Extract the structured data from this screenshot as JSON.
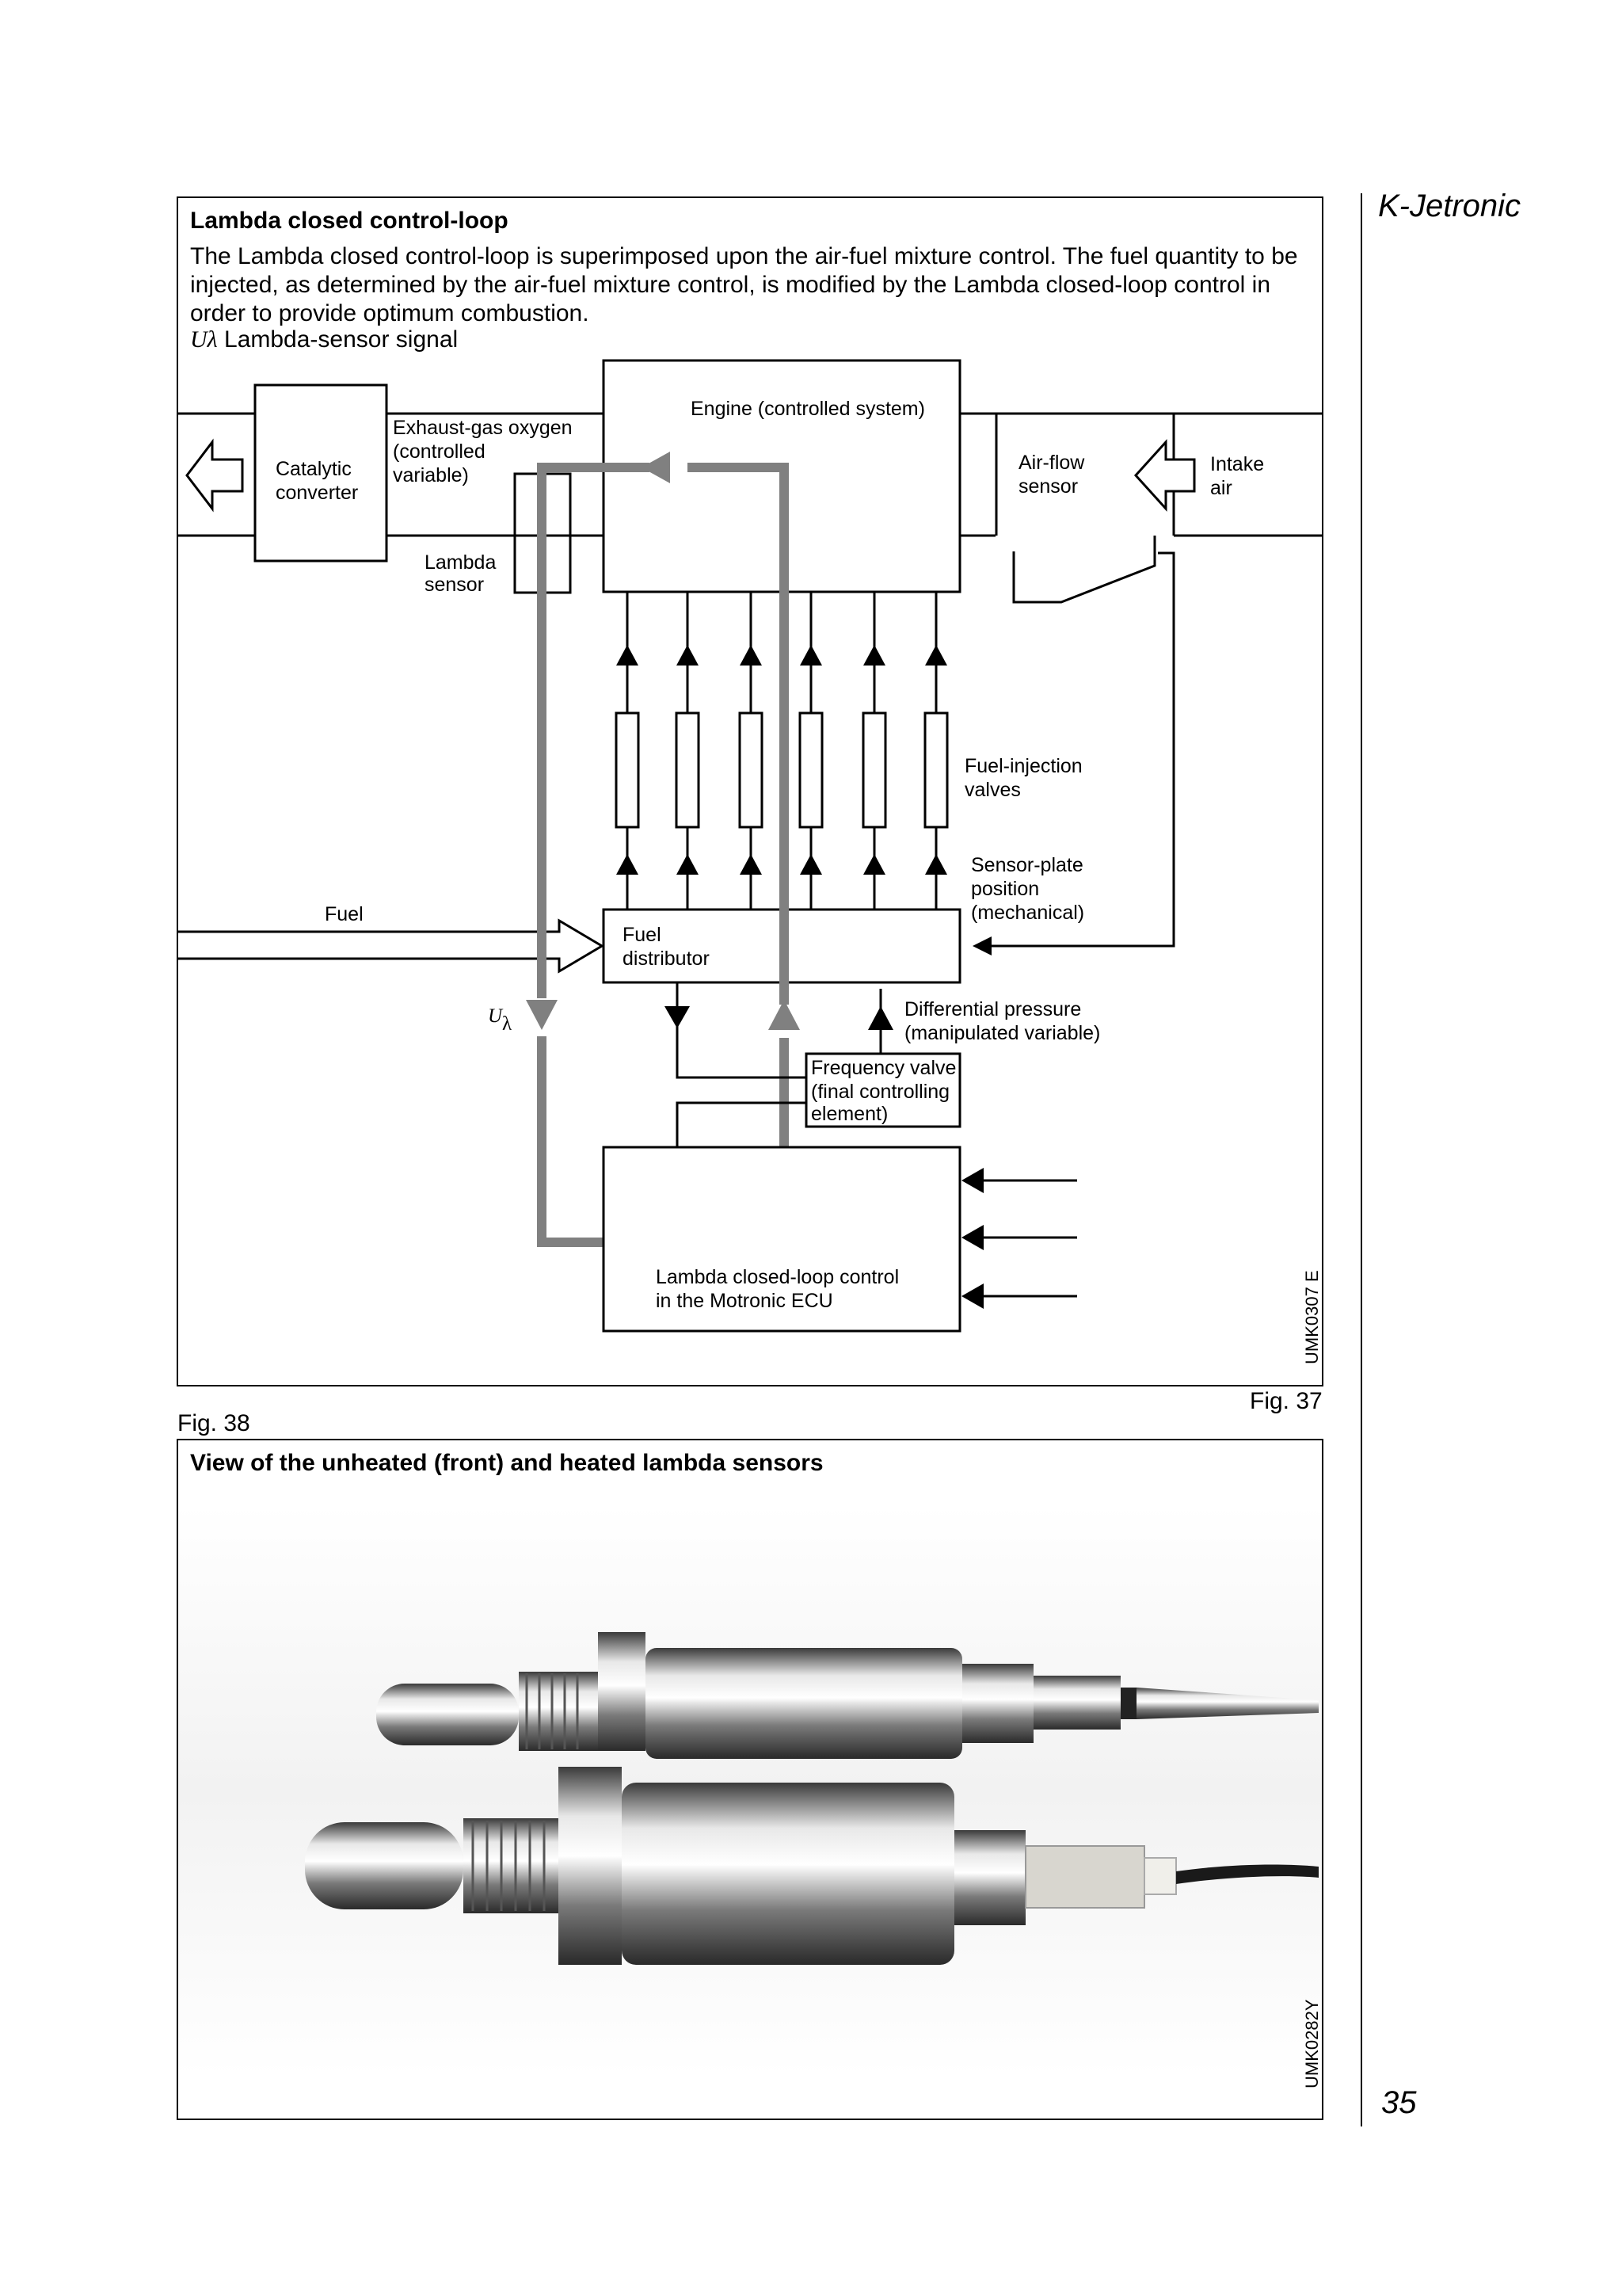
{
  "header": {
    "section_title": "K-Jetronic",
    "page_number": "35"
  },
  "fig37": {
    "title": "Lambda closed control-loop",
    "paragraph": "The Lambda closed control-loop is superimposed upon the air-fuel mixture control. The fuel quantity to be injected, as determined by the air-fuel mixture control, is modified by the Lambda closed-loop control in order to provide optimum combustion.",
    "legend_symbol": "Uλ",
    "legend_text": "Lambda-sensor signal",
    "fig_label": "Fig. 37",
    "code": "UMK0307 E",
    "diagram": {
      "engine": "Engine (controlled system)",
      "catalytic_1": "Catalytic",
      "catalytic_2": "converter",
      "exhaust_1": "Exhaust-gas oxygen",
      "exhaust_2": "(controlled",
      "exhaust_3": "variable)",
      "lambda_1": "Lambda",
      "lambda_2": "sensor",
      "airflow_1": "Air-flow",
      "airflow_2": "sensor",
      "intake_1": "Intake",
      "intake_2": "air",
      "injection_1": "Fuel-injection",
      "injection_2": "valves",
      "sensorplate_1": "Sensor-plate",
      "sensorplate_2": "position",
      "sensorplate_3": "(mechanical)",
      "fuel": "Fuel",
      "distributor_1": "Fuel",
      "distributor_2": "distributor",
      "u_symbol": "U",
      "u_sub": "λ",
      "diffpress_1": "Differential pressure",
      "diffpress_2": "(manipulated variable)",
      "freq_1": "Frequency valve",
      "freq_2": "(final controlling",
      "freq_3": "element)",
      "ecu_1": "Lambda closed-loop control",
      "ecu_2": "in the Motronic ECU"
    }
  },
  "fig38": {
    "fig_label": "Fig. 38",
    "title": "View of the unheated (front) and heated lambda sensors",
    "code": "UMK0282Y"
  }
}
